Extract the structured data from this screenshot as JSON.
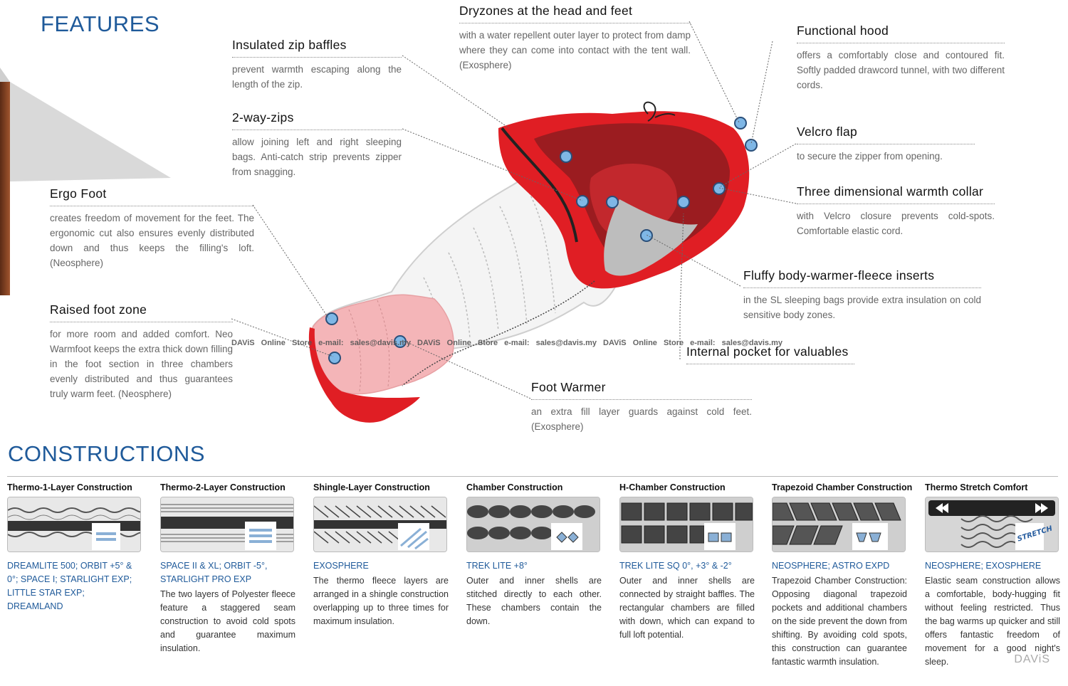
{
  "features_title": "FEATURES",
  "constructions_title": "CONSTRUCTIONS",
  "features": [
    {
      "id": "insulated-zip-baffles",
      "title": "Insulated zip baffles",
      "text": "prevent warmth escaping along the length of the zip."
    },
    {
      "id": "two-way-zips",
      "title": "2-way-zips",
      "text": "allow joining left and right sleeping bags. Anti-catch strip prevents zipper from snagging."
    },
    {
      "id": "ergo-foot",
      "title": "Ergo Foot",
      "text": "creates freedom of movement for the feet. The ergonomic cut also ensures evenly distributed down and thus keeps the filling's loft. (Neosphere)"
    },
    {
      "id": "raised-foot-zone",
      "title": "Raised foot zone",
      "text": "for more room and added comfort. Neo Warmfoot keeps the extra thick down filling in the foot section in three chambers evenly distributed and thus guarantees truly warm feet. (Neosphere)"
    },
    {
      "id": "dryzones",
      "title": "Dryzones at the head and feet",
      "text": "with a water repellent outer layer to protect from damp where they can come into contact with the tent wall. (Exosphere)"
    },
    {
      "id": "functional-hood",
      "title": "Functional hood",
      "text": "offers a comfortably close and contoured fit. Softly padded drawcord tunnel, with two different cords."
    },
    {
      "id": "velcro-flap",
      "title": "Velcro flap",
      "text": "to secure the zipper from opening."
    },
    {
      "id": "warmth-collar",
      "title": "Three dimensional warmth collar",
      "text": "with Velcro closure prevents cold-spots. Comfortable elastic cord."
    },
    {
      "id": "fleece-inserts",
      "title": "Fluffy body-warmer-fleece inserts",
      "text": "in the SL sleeping bags provide extra insulation on cold sensitive body zones."
    },
    {
      "id": "internal-pocket",
      "title": "Internal pocket for valuables",
      "text": ""
    },
    {
      "id": "foot-warmer",
      "title": "Foot Warmer",
      "text": "an extra fill layer guards against cold feet. (Exosphere)"
    }
  ],
  "watermark": "DAViS Online Store e-mail: sales@davis.my DAViS Online Store e-mail: sales@davis.my DAViS Online Store e-mail: sales@davis.my",
  "constructions": [
    {
      "title": "Thermo-1-Layer Construction",
      "models": "DREAMLITE 500; ORBIT +5° & 0°; SPACE I; STARLIGHT EXP; LITTLE STAR EXP; DREAMLAND",
      "desc": "",
      "pattern": "single-layer"
    },
    {
      "title": "Thermo-2-Layer Construction",
      "models": "SPACE II & XL; ORBIT -5°, STARLIGHT PRO EXP",
      "desc": "The two layers of Polyester fleece feature a staggered seam construction to avoid cold spots and guarantee maximum insulation.",
      "pattern": "two-layer"
    },
    {
      "title": "Shingle-Layer Construction",
      "models": "EXOSPHERE",
      "desc": "The thermo fleece layers are arranged in a shingle construction overlapping up to three times for maximum insulation.",
      "pattern": "shingle"
    },
    {
      "title": "Chamber Construction",
      "models": "TREK LITE +8°",
      "desc": "Outer and inner shells are stitched directly to each other. These chambers contain the down.",
      "pattern": "chamber"
    },
    {
      "title": "H-Chamber Construction",
      "models": "TREK LITE SQ 0°, +3° & -2°",
      "desc": "Outer and inner shells are connected by straight baffles. The rectangular chambers are filled with down, which can expand to full loft potential.",
      "pattern": "h-chamber"
    },
    {
      "title": "Trapezoid Chamber Construction",
      "models": "NEOSPHERE; ASTRO EXPD",
      "desc": "Trapezoid Chamber Construction: Opposing diagonal trapezoid pockets and additional chambers on the side prevent the down from shifting. By avoiding cold spots, this construction can guarantee fantastic warmth insulation.",
      "pattern": "trapezoid"
    },
    {
      "title": "Thermo Stretch Comfort",
      "models": "NEOSPHERE; EXOSPHERE",
      "desc": "Elastic seam construction allows a comfortable, body-hugging fit without feeling restricted. Thus the bag warms up quicker and still offers fantastic freedom of movement for a good night's sleep.",
      "pattern": "stretch"
    }
  ],
  "stretch_badge": "STRETCH",
  "brand_mark": "DAViS",
  "colors": {
    "title_blue": "#1f5a9a",
    "bag_red": "#e01e24",
    "marker_blue": "#7fb7e6"
  }
}
